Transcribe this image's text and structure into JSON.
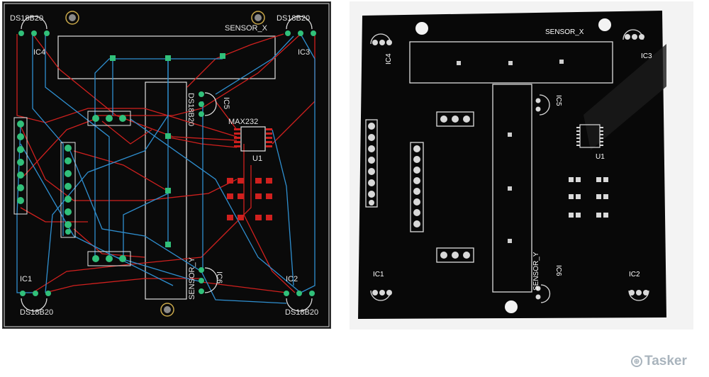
{
  "schematic": {
    "sensor_label": "SENSOR_X",
    "sensor_y_label": "SENSOR_Y",
    "chip_label": "MAX232",
    "u1_label": "U1",
    "ic_labels": [
      "IC4",
      "IC3",
      "IC5",
      "IC1",
      "IC2",
      "IC6"
    ],
    "ds_labels": [
      "DS18B20",
      "DS18B20",
      "DS18B20",
      "DS18B20",
      "DS18B20"
    ]
  },
  "photo": {
    "sensor_label": "SENSOR_X",
    "sensor_y_label": "SENSOR_Y",
    "u1_label": "U1",
    "ic_labels": [
      "IC4",
      "IC3",
      "IC5",
      "IC1",
      "IC2",
      "IC6"
    ]
  },
  "watermark": {
    "text": "Tasker"
  },
  "colors": {
    "copper_red": "#d0201e",
    "copper_blue": "#2f8fd0",
    "pad_green": "#31c07a",
    "board_black": "#0a0a0a"
  }
}
